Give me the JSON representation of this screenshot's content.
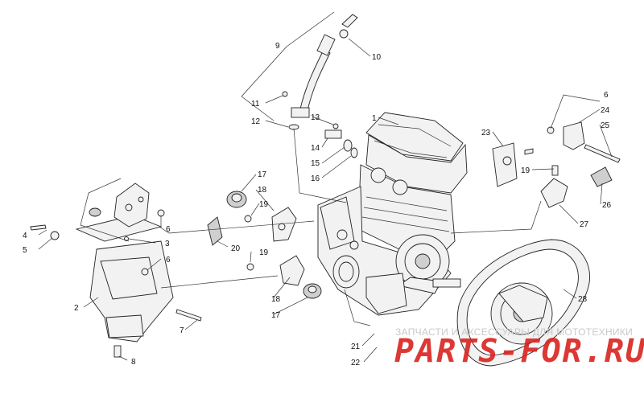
{
  "callouts": [
    {
      "id": "c1",
      "text": "1"
    },
    {
      "id": "c2",
      "text": "2"
    },
    {
      "id": "c3",
      "text": "3"
    },
    {
      "id": "c4",
      "text": "4"
    },
    {
      "id": "c5",
      "text": "5"
    },
    {
      "id": "c6a",
      "text": "6"
    },
    {
      "id": "c6b",
      "text": "6"
    },
    {
      "id": "c6c",
      "text": "6"
    },
    {
      "id": "c7",
      "text": "7"
    },
    {
      "id": "c8",
      "text": "8"
    },
    {
      "id": "c9",
      "text": "9"
    },
    {
      "id": "c10",
      "text": "10"
    },
    {
      "id": "c11",
      "text": "11"
    },
    {
      "id": "c12",
      "text": "12"
    },
    {
      "id": "c13",
      "text": "13"
    },
    {
      "id": "c14",
      "text": "14"
    },
    {
      "id": "c15",
      "text": "15"
    },
    {
      "id": "c16",
      "text": "16"
    },
    {
      "id": "c17a",
      "text": "17"
    },
    {
      "id": "c17b",
      "text": "17"
    },
    {
      "id": "c18a",
      "text": "18"
    },
    {
      "id": "c18b",
      "text": "18"
    },
    {
      "id": "c19a",
      "text": "19"
    },
    {
      "id": "c19b",
      "text": "19"
    },
    {
      "id": "c19c",
      "text": "19"
    },
    {
      "id": "c20",
      "text": "20"
    },
    {
      "id": "c21",
      "text": "21"
    },
    {
      "id": "c22",
      "text": "22"
    },
    {
      "id": "c23",
      "text": "23"
    },
    {
      "id": "c24",
      "text": "24"
    },
    {
      "id": "c25",
      "text": "25"
    },
    {
      "id": "c26",
      "text": "26"
    },
    {
      "id": "c27",
      "text": "27"
    },
    {
      "id": "c28",
      "text": "28"
    }
  ],
  "watermark": {
    "tagline": "ЗАПЧАСТИ И АКСЕССУАРЫ ДЛЯ МОТОТЕХНИКИ",
    "brand": "PARTS-FOR.RU"
  },
  "colors": {
    "ink": "#222222",
    "watermark_red": "#d9231f",
    "watermark_grey": "#c9c9c9"
  }
}
